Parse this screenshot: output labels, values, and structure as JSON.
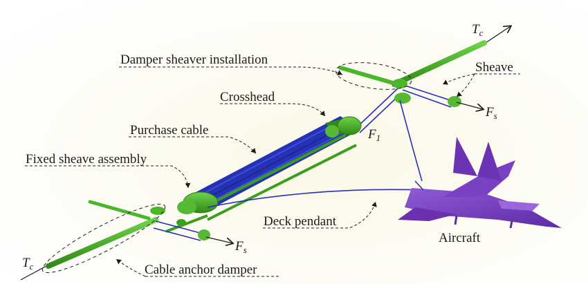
{
  "labels": {
    "damper_sheave_installation": "Damper sheaver installation",
    "sheave": "Sheave",
    "crosshead": "Crosshead",
    "purchase_cable": "Purchase cable",
    "fixed_sheave_assembly": "Fixed sheave assembly",
    "deck_pendant": "Deck pendant",
    "aircraft": "Aircraft",
    "cable_anchor_damper": "Cable anchor damper"
  },
  "symbols": {
    "tc_top": {
      "main": "T",
      "sub": "c"
    },
    "tc_bottom": {
      "main": "T",
      "sub": "c"
    },
    "fs_right": {
      "main": "F",
      "sub": "s"
    },
    "fs_bottom": {
      "main": "F",
      "sub": "s"
    },
    "f1": {
      "main": "F",
      "sub": "1"
    }
  },
  "colors": {
    "rod_green": "#3a9e1f",
    "rod_green_light": "#5cc23a",
    "cable_blue": "#2732b8",
    "aircraft_purple": "#7b3fc0",
    "background": "#fbf9ec"
  }
}
